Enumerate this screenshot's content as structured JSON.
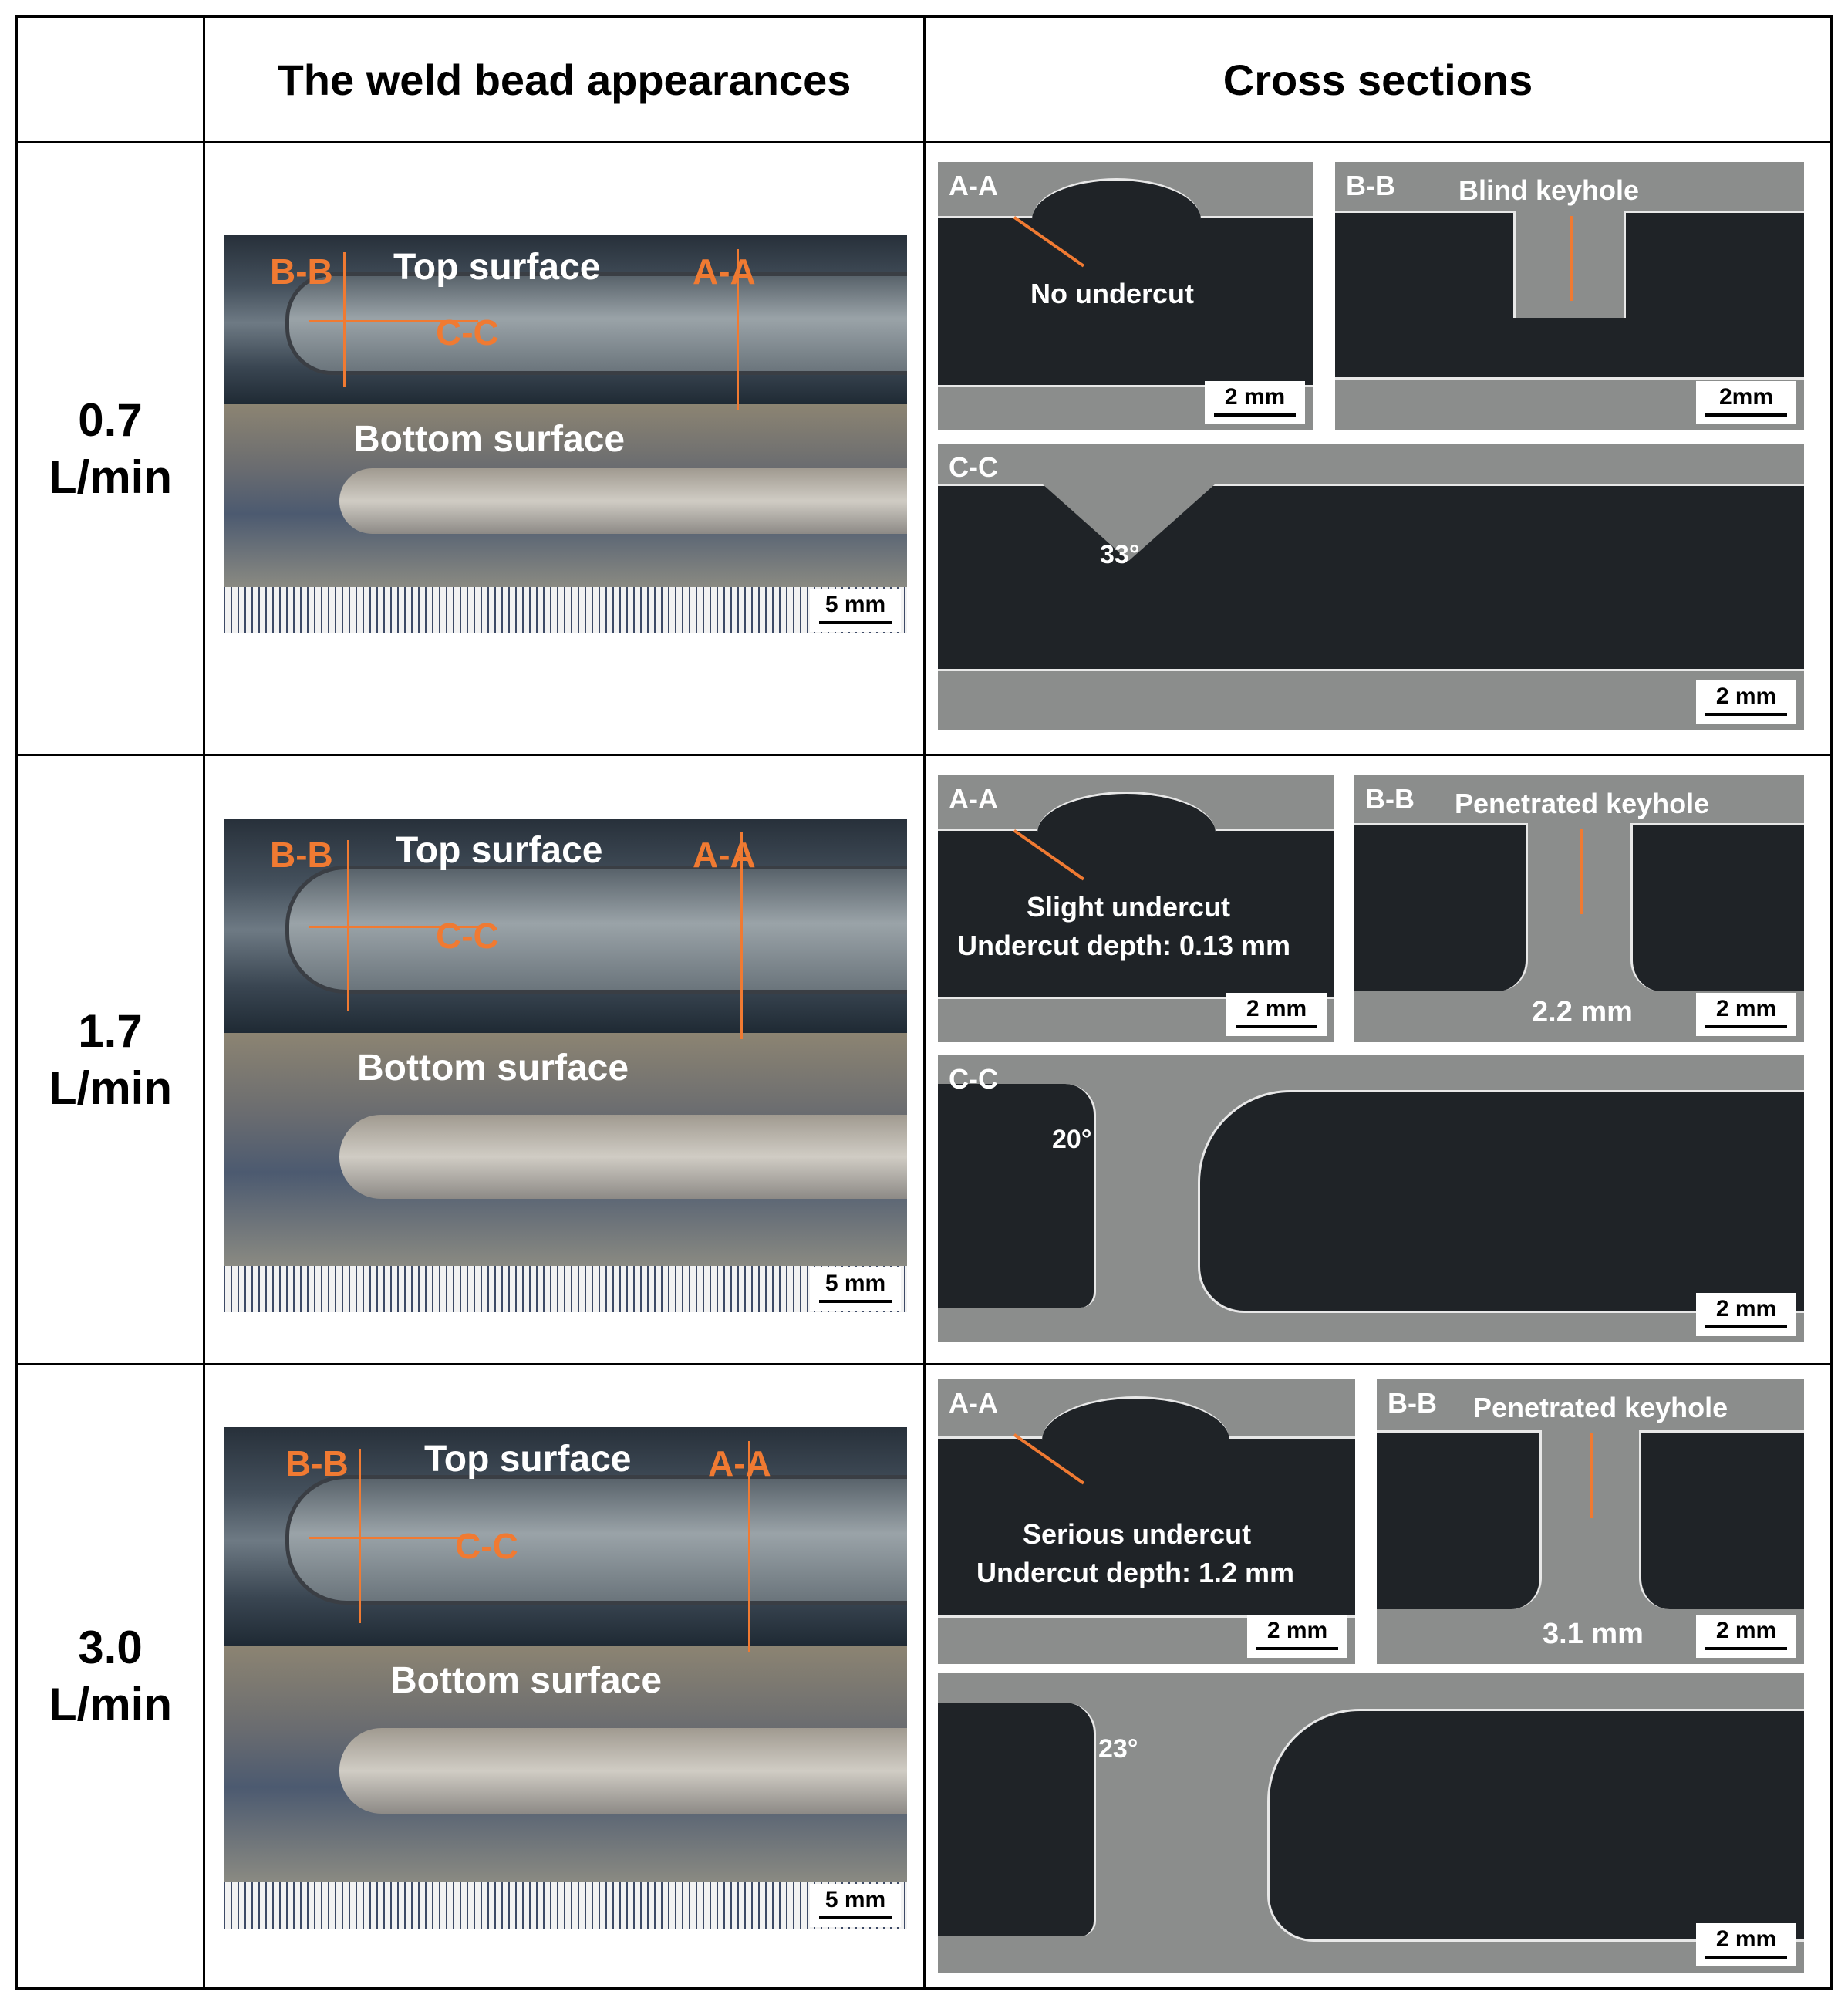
{
  "header": {
    "col1": "The weld bead appearances",
    "col2": "Cross sections"
  },
  "rows": [
    {
      "flow_value": "0.7",
      "flow_unit": "L/min",
      "bead": {
        "bb": "B-B",
        "top": "Top surface",
        "aa": "A-A",
        "cc": "C-C",
        "bottom": "Bottom surface",
        "scale": "5 mm"
      },
      "aa": {
        "section": "A-A",
        "note": "No undercut",
        "note2": "",
        "scale": "2 mm"
      },
      "bb": {
        "section": "B-B",
        "note": "Blind keyhole",
        "width": "",
        "scale": "2mm"
      },
      "cc": {
        "section": "C-C",
        "angle": "33°",
        "scale": "2 mm"
      }
    },
    {
      "flow_value": "1.7",
      "flow_unit": "L/min",
      "bead": {
        "bb": "B-B",
        "top": "Top surface",
        "aa": "A-A",
        "cc": "C-C",
        "bottom": "Bottom surface",
        "scale": "5 mm"
      },
      "aa": {
        "section": "A-A",
        "note": "Slight undercut",
        "note2": "Undercut depth: 0.13 mm",
        "scale": "2 mm"
      },
      "bb": {
        "section": "B-B",
        "note": "Penetrated keyhole",
        "width": "2.2 mm",
        "scale": "2 mm"
      },
      "cc": {
        "section": "C-C",
        "angle": "20°",
        "scale": "2 mm"
      }
    },
    {
      "flow_value": "3.0",
      "flow_unit": "L/min",
      "bead": {
        "bb": "B-B",
        "top": "Top surface",
        "aa": "A-A",
        "cc": "C-C",
        "bottom": "Bottom surface",
        "scale": "5 mm"
      },
      "aa": {
        "section": "A-A",
        "note": "Serious undercut",
        "note2": "Undercut depth: 1.2 mm",
        "scale": "2 mm"
      },
      "bb": {
        "section": "B-B",
        "note": "Penetrated keyhole",
        "width": "3.1 mm",
        "scale": "2 mm"
      },
      "cc": {
        "section": "",
        "angle": "23°",
        "scale": "2 mm"
      }
    }
  ],
  "colors": {
    "accent_orange": "#f07a32",
    "grid": "#000000",
    "steel_dark": "#1e2226",
    "steel_light": "#8a8c8c"
  }
}
